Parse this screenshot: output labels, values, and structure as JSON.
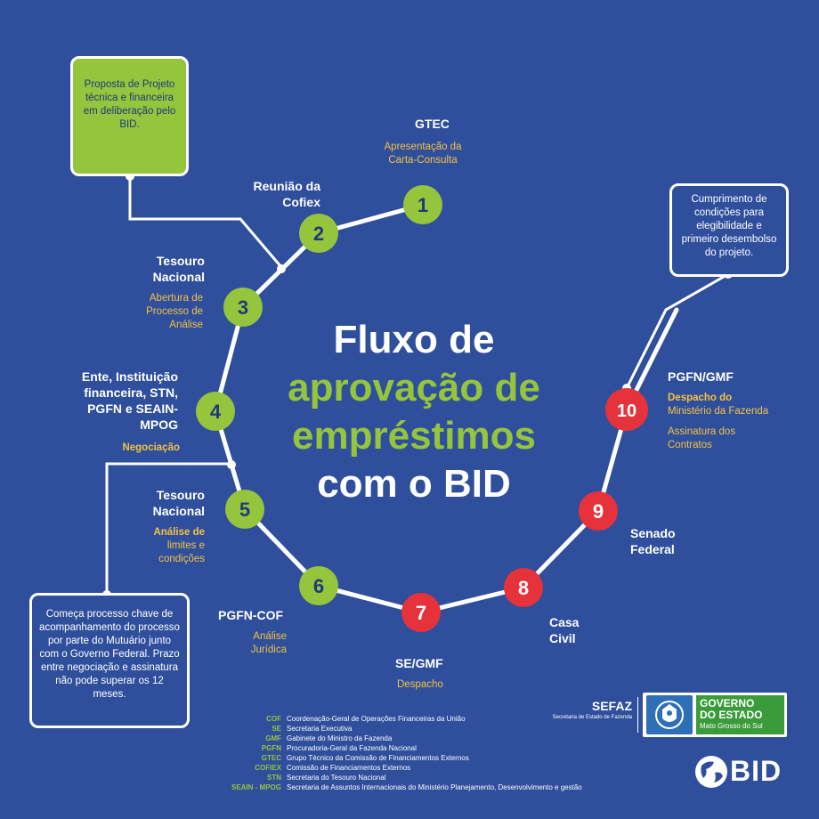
{
  "title": {
    "line1": "Fluxo de",
    "line2": "aprovação de",
    "line3": "empréstimos",
    "line4": "com o BID"
  },
  "steps": [
    {
      "num": "1",
      "org": "GTEC",
      "desc": "Apresentação da Carta-Consulta",
      "color": "#95c43d"
    },
    {
      "num": "2",
      "org": "Reunião da Cofiex",
      "desc": "",
      "color": "#95c43d"
    },
    {
      "num": "3",
      "org": "Tesouro Nacional",
      "desc": "Abertura de Processo de Análise",
      "color": "#95c43d"
    },
    {
      "num": "4",
      "org": "Ente, Instituição financeira, STN, PGFN e SEAIN-MPOG",
      "desc_bold": "Negociação",
      "color": "#95c43d"
    },
    {
      "num": "5",
      "org": "Tesouro Nacional",
      "desc_bold": "Análise de",
      "desc": "limites e condições",
      "color": "#95c43d"
    },
    {
      "num": "6",
      "org": "PGFN-COF",
      "desc": "Análise Jurídica",
      "color": "#95c43d"
    },
    {
      "num": "7",
      "org": "SE/GMF",
      "desc": "Despacho",
      "color": "#e5323b"
    },
    {
      "num": "8",
      "org": "Casa Civil",
      "desc": "",
      "color": "#e5323b"
    },
    {
      "num": "9",
      "org": "Senado Federal",
      "desc": "",
      "color": "#e5323b"
    },
    {
      "num": "10",
      "org": "PGFN/GMF",
      "desc_bold": "Despacho do",
      "desc": "Ministério da Fazenda",
      "desc2": "Assinatura dos Contratos",
      "color": "#e5323b"
    }
  ],
  "callouts": {
    "proposal": "Proposta de Projeto técnica e financeira em deliberação pelo BID.",
    "compliance": "Cumprimento de condições para elegibilidade e primeiro desembolso do projeto.",
    "monitoring": "Começa processo chave de acompanhamento do processo por parte do Mutuário junto com o Governo Federal. Prazo entre negociação e assinatura não pode superar os 12 meses."
  },
  "legend": [
    {
      "abbr": "COF",
      "full": "Coordenação-Geral de Operações Financeiras da União"
    },
    {
      "abbr": "SE",
      "full": "Secretaria Executiva"
    },
    {
      "abbr": "GMF",
      "full": "Gabinete do Ministro da Fazenda"
    },
    {
      "abbr": "PGFN",
      "full": "Procuradoria-Geral da Fazenda Nacional"
    },
    {
      "abbr": "GTEC",
      "full": "Grupo Técnico da Comissão de Financiamentos Externos"
    },
    {
      "abbr": "COFIEX",
      "full": "Comissão de Financiamentos Externos"
    },
    {
      "abbr": "STN",
      "full": "Secretaria do Tesouro Nacional"
    },
    {
      "abbr": "SEAIN - MPOG",
      "full": "Secretaria de Assuntos Internacionais do Ministério Planejamento, Desenvolvimento e gestão"
    }
  ],
  "logos": {
    "sefaz_name": "SEFAZ",
    "sefaz_sub": "Secretaria de Estado de Fazenda",
    "gov_line1": "GOVERNO",
    "gov_line2": "DO ESTADO",
    "gov_line3": "Mato Grosso do Sul",
    "bid": "BID"
  },
  "colors": {
    "background": "#2f4f9c",
    "green": "#95c43d",
    "red": "#e5323b",
    "accent_text": "#f3c244"
  }
}
